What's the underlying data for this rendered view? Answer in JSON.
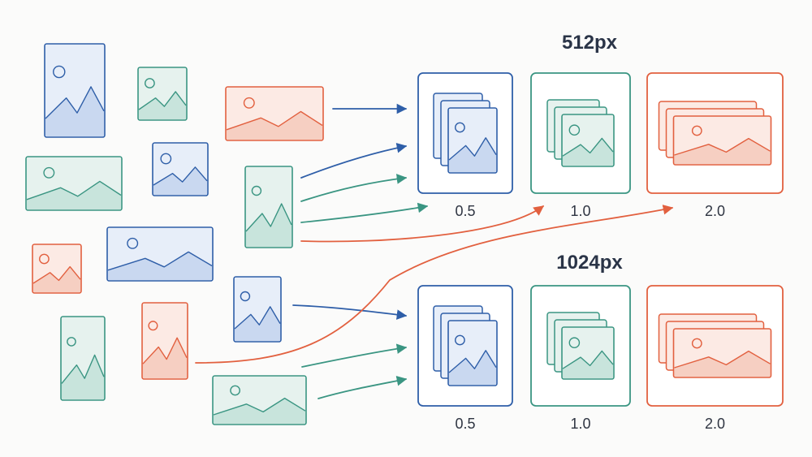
{
  "colors": {
    "blue": "#2e5ea8",
    "teal": "#3a9582",
    "orange": "#e2603f",
    "background": "#fbfbfa",
    "text": "#2a3447"
  },
  "icons": {
    "image": "image-placeholder-icon"
  },
  "groups": [
    {
      "heading": "512px",
      "buckets": [
        {
          "ratio_label": "0.5",
          "aspect_ratio": 0.5,
          "color": "blue"
        },
        {
          "ratio_label": "1.0",
          "aspect_ratio": 1.0,
          "color": "teal"
        },
        {
          "ratio_label": "2.0",
          "aspect_ratio": 2.0,
          "color": "orange"
        }
      ]
    },
    {
      "heading": "1024px",
      "buckets": [
        {
          "ratio_label": "0.5",
          "aspect_ratio": 0.5,
          "color": "blue"
        },
        {
          "ratio_label": "1.0",
          "aspect_ratio": 1.0,
          "color": "teal"
        },
        {
          "ratio_label": "2.0",
          "aspect_ratio": 2.0,
          "color": "orange"
        }
      ]
    }
  ]
}
